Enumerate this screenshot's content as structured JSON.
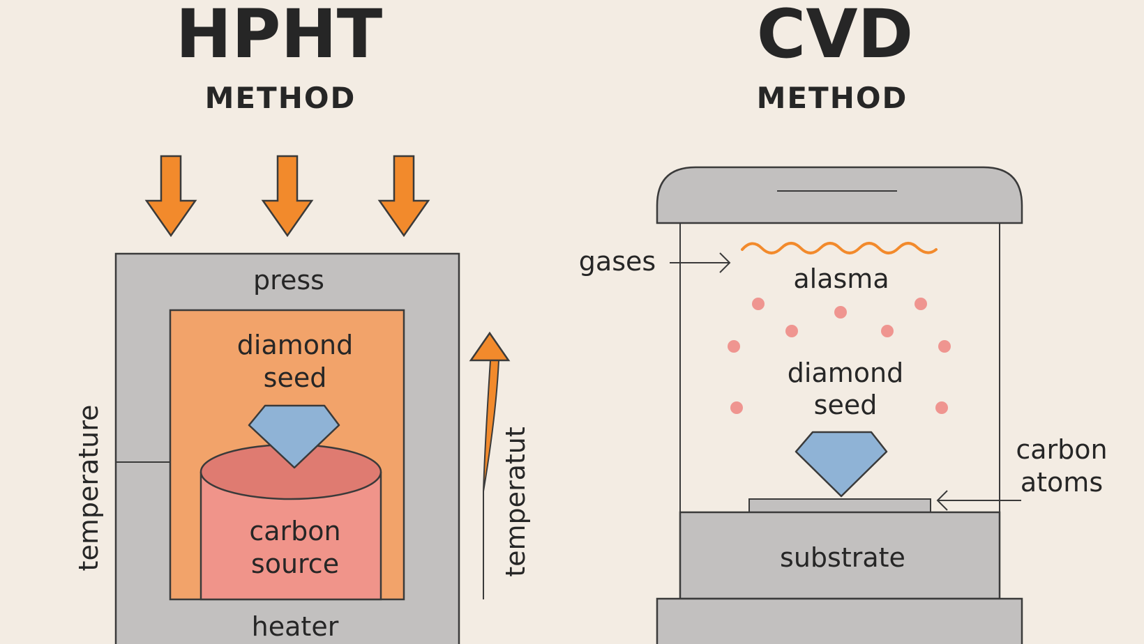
{
  "hpht": {
    "title": "HPHT",
    "subtitle": "METHOD",
    "press_label": "press",
    "seed_label_line1": "diamond",
    "seed_label_line2": "seed",
    "carbon_label_line1": "carbon",
    "carbon_label_line2": "source",
    "heater_label": "heater",
    "temp_left_label": "temperature",
    "temp_right_label": "temperatut"
  },
  "cvd": {
    "title": "CVD",
    "subtitle": "METHOD",
    "gases_label": "gases",
    "plasma_label": "alasma",
    "seed_label_line1": "diamond",
    "seed_label_line2": "seed",
    "carbon_atoms_line1": "carbon",
    "carbon_atoms_line2": "atoms",
    "substrate_label": "substrate"
  },
  "colors": {
    "background": "#f3ece3",
    "press_gray": "#c2c0bf",
    "heater_orange": "#f2a36a",
    "arrow_orange": "#f28a2c",
    "carbon_red": "#f0948a",
    "carbon_top": "#df7b71",
    "diamond_blue": "#8fb3d6",
    "plasma_dot": "#ef9590",
    "outline": "#3a3a3a"
  }
}
